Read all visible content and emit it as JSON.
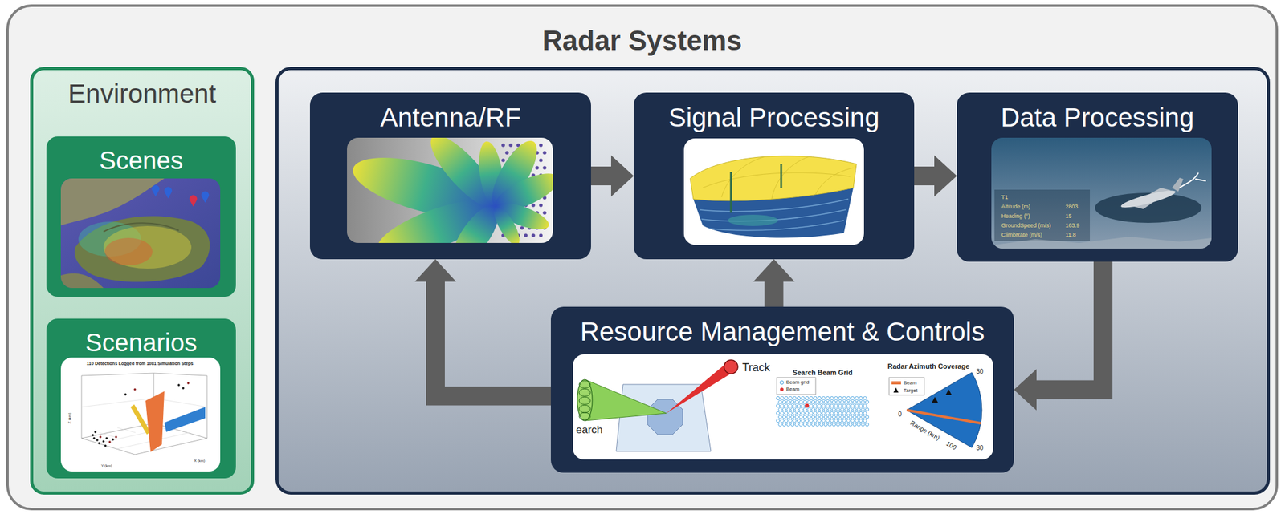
{
  "diagram": {
    "nodes": [
      {
        "text": [
          "Radar Systems"
        ]
      },
      {
        "text": [
          "Environment"
        ],
        "in": 0
      },
      {
        "text": [
          "Scenes"
        ],
        "in": 1
      },
      {
        "text": [
          "Scenarios"
        ],
        "in": 1
      },
      {
        "text": [
          "Antenna/RF"
        ],
        "in": 0
      },
      {
        "text": [
          "Signal Processing"
        ],
        "in": 0
      },
      {
        "text": [
          "Data Processing"
        ],
        "in": 0
      },
      {
        "text": [
          "Resource Management & Controls"
        ],
        "in": 0
      }
    ],
    "edges": [
      {
        "from": 4,
        "to": 5,
        "arrow": "to"
      },
      {
        "from": 5,
        "to": 6,
        "arrow": "to"
      },
      {
        "from": 6,
        "to": 7,
        "arrow": "to"
      },
      {
        "from": 7,
        "to": 4,
        "arrow": "to"
      },
      {
        "from": 7,
        "to": 5,
        "arrow": "to"
      }
    ],
    "labels": [
      "110 Detections Logged from 1081 Simulation Steps",
      "Z (km)",
      "Y (km)",
      "X (km)",
      "T1",
      "Altitude (m)",
      "2803",
      "Heading (°)",
      "15",
      "GroundSpeed (m/s)",
      "163.9",
      "ClimbRate (m/s)",
      "11.8",
      "Track",
      "earch",
      "Search Beam Grid",
      "Beam grid",
      "Beam",
      "Radar Azimuth Coverage",
      "Beam",
      "Target",
      "0",
      "Range (km)",
      "100",
      "30",
      "30"
    ]
  }
}
